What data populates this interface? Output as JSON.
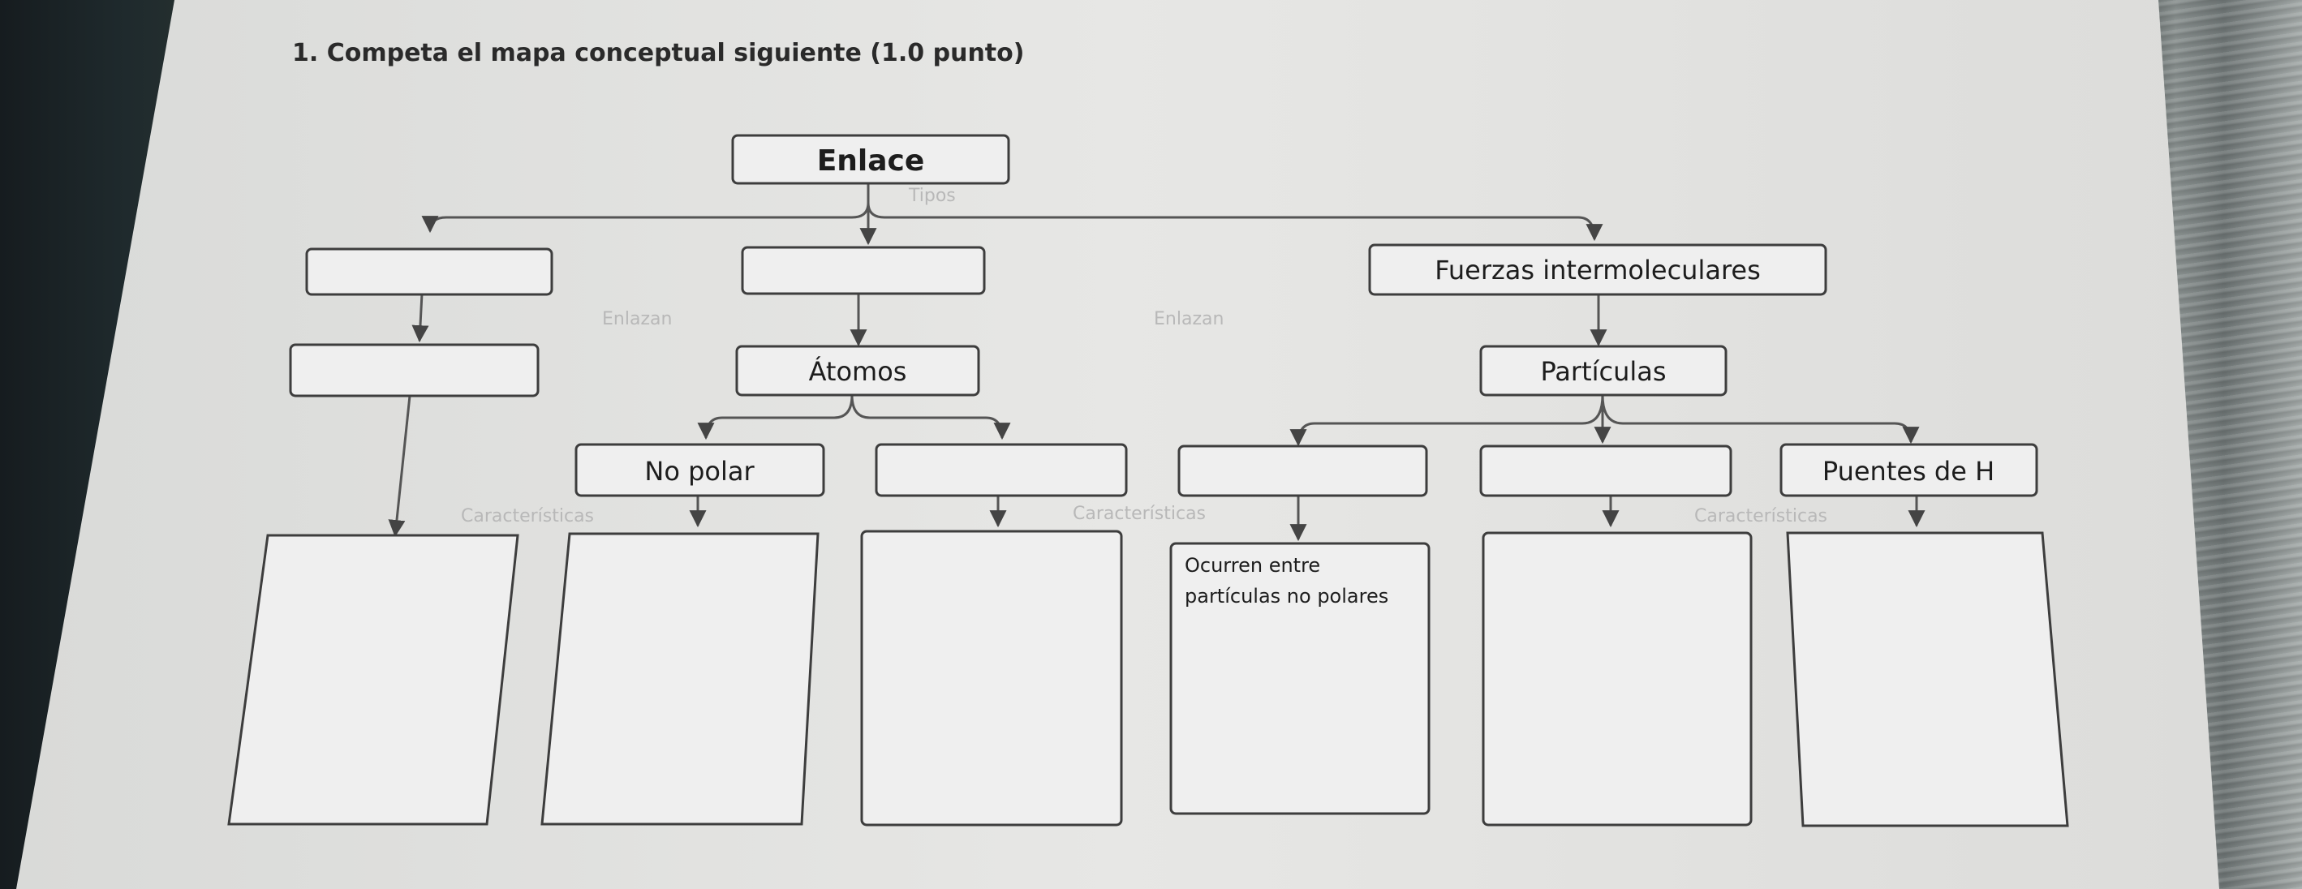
{
  "question": {
    "title": "1. Competa el mapa conceptual siguiente (1.0 punto)"
  },
  "nodes": {
    "root": "Enlace",
    "left_type": "",
    "middle_type": "",
    "intermolecular": "Fuerzas intermoleculares",
    "left_joined": "",
    "atoms": "Átomos",
    "particles": "Partículas",
    "no_polar": "No polar",
    "polar_blank": "",
    "force_a": "",
    "force_b": "",
    "hydrogen_bonds": "Puentes de H",
    "box_ionic": "",
    "box_no_polar": "",
    "box_polar": "",
    "box_force_a": "Ocurren entre",
    "box_force_a_line2": "partículas no polares",
    "box_force_b": "",
    "box_hydrogen": ""
  },
  "edge_labels": {
    "types": "Tipos",
    "joins_left": "Enlazan",
    "joins_right": "Enlazan",
    "characteristics_1": "Características",
    "characteristics_2": "Características",
    "characteristics_3": "Características"
  }
}
